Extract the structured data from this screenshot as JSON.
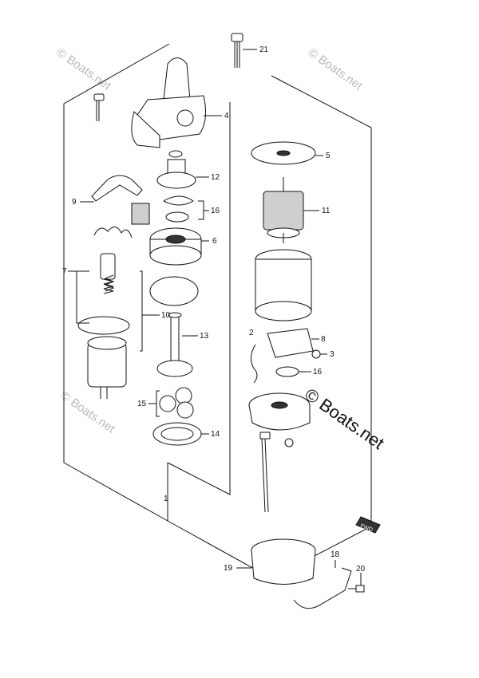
{
  "watermarks": {
    "top_left": "© Boats.net",
    "top_right": "© Boats.net",
    "mid_left": "© Boats.net",
    "main": "© Boats.net"
  },
  "badge": "FWD",
  "callouts": [
    {
      "id": "c1",
      "text": "1"
    },
    {
      "id": "c2",
      "text": "2"
    },
    {
      "id": "c3",
      "text": "3"
    },
    {
      "id": "c4",
      "text": "4"
    },
    {
      "id": "c5",
      "text": "5"
    },
    {
      "id": "c6",
      "text": "6"
    },
    {
      "id": "c7",
      "text": "7"
    },
    {
      "id": "c8",
      "text": "8"
    },
    {
      "id": "c9",
      "text": "9"
    },
    {
      "id": "c10",
      "text": "10"
    },
    {
      "id": "c11",
      "text": "11"
    },
    {
      "id": "c12",
      "text": "12"
    },
    {
      "id": "c13",
      "text": "13"
    },
    {
      "id": "c14",
      "text": "14"
    },
    {
      "id": "c15",
      "text": "15"
    },
    {
      "id": "c16a",
      "text": "16"
    },
    {
      "id": "c16b",
      "text": "16"
    },
    {
      "id": "c18",
      "text": "18"
    },
    {
      "id": "c19",
      "text": "19"
    },
    {
      "id": "c20",
      "text": "20"
    },
    {
      "id": "c21",
      "text": "21"
    }
  ]
}
